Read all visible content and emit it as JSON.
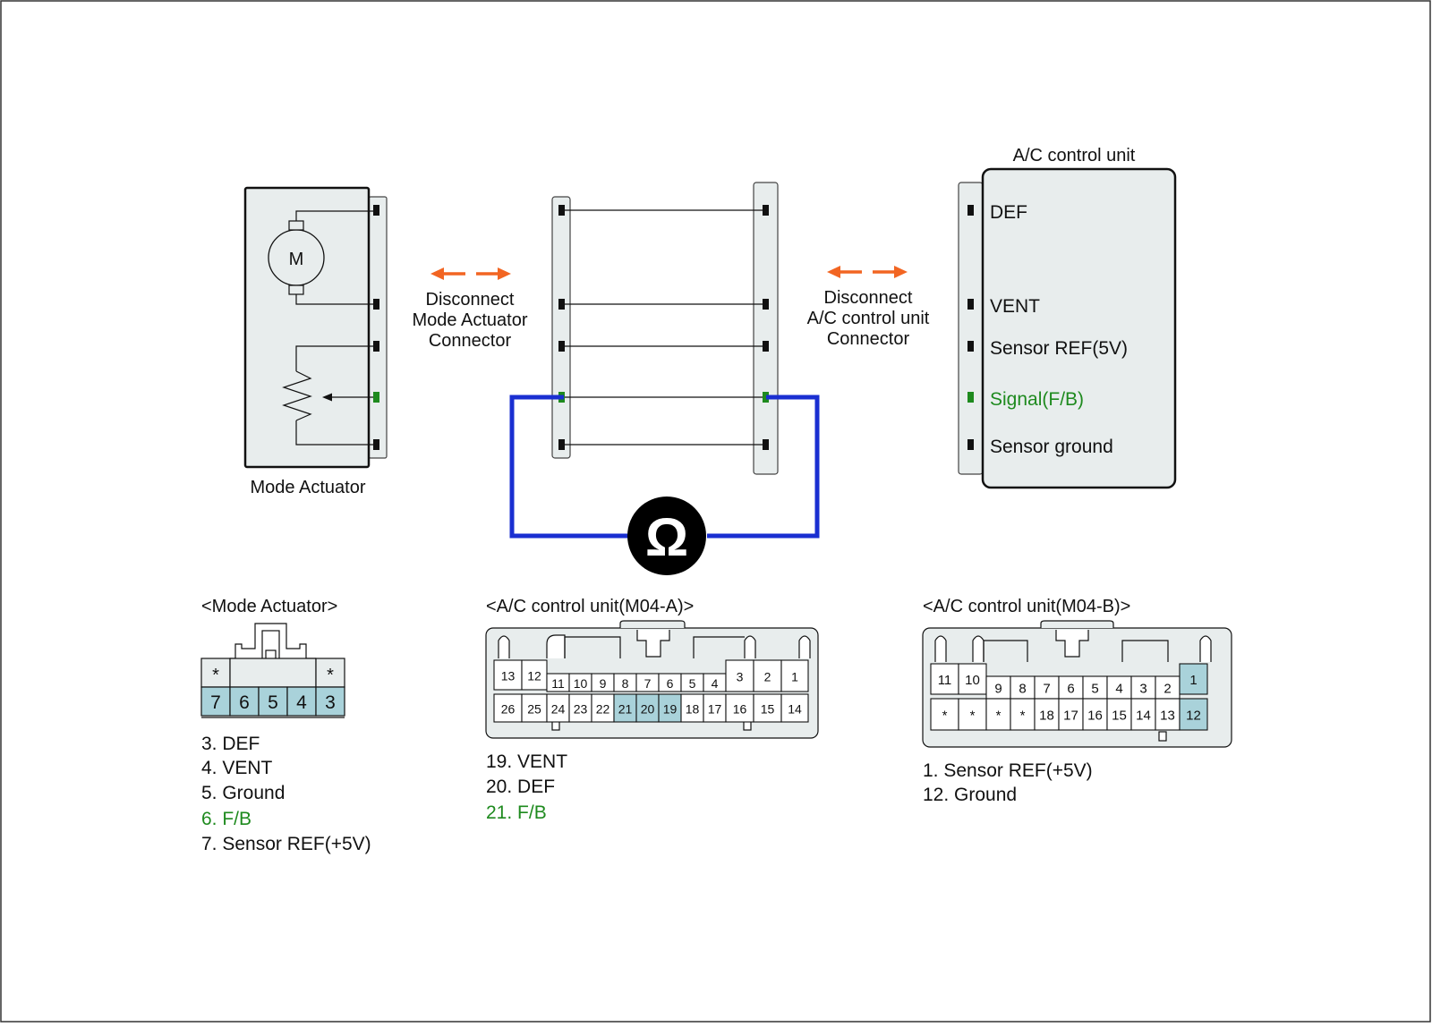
{
  "top_diagram": {
    "mode_actuator_label": "Mode Actuator",
    "motor_symbol": "M",
    "disconnect_left": [
      "Disconnect",
      "Mode Actuator",
      "Connector"
    ],
    "disconnect_right": [
      "Disconnect",
      "A/C control unit",
      "Connector"
    ],
    "ac_unit_title": "A/C control unit",
    "ac_unit_pins": [
      "DEF",
      "VENT",
      "Sensor REF(5V)",
      "Signal(F/B)",
      "Sensor ground"
    ],
    "ohmmeter_symbol": "Ω",
    "colors": {
      "arrow": "#f26522",
      "meter_wire": "#1a2fd1",
      "fb_pin": "#1e8a1e",
      "panel": "#e8eded",
      "highlight": "#a9d2da"
    }
  },
  "mode_actuator_connector": {
    "title": "<Mode Actuator>",
    "top_row": [
      "*",
      "*"
    ],
    "pins": [
      "7",
      "6",
      "5",
      "4",
      "3"
    ],
    "legend": [
      "3. DEF",
      "4. VENT",
      "5. Ground",
      "6. F/B",
      "7. Sensor REF(+5V)"
    ],
    "legend_highlight": "6. F/B"
  },
  "m04a_connector": {
    "title": "<A/C control unit(M04-A)>",
    "row1": [
      "13",
      "12",
      "11",
      "10",
      "9",
      "8",
      "7",
      "6",
      "5",
      "4",
      "3",
      "2",
      "1"
    ],
    "row2": [
      "26",
      "25",
      "24",
      "23",
      "22",
      "21",
      "20",
      "19",
      "18",
      "17",
      "16",
      "15",
      "14"
    ],
    "highlighted": [
      "21",
      "20",
      "19"
    ],
    "legend": [
      "19. VENT",
      "20. DEF",
      "21. F/B"
    ],
    "legend_highlight": "21. F/B"
  },
  "m04b_connector": {
    "title": "<A/C control unit(M04-B)>",
    "row1": [
      "11",
      "10",
      "9",
      "8",
      "7",
      "6",
      "5",
      "4",
      "3",
      "2",
      "1"
    ],
    "row2": [
      "*",
      "*",
      "*",
      "*",
      "18",
      "17",
      "16",
      "15",
      "14",
      "13",
      "12"
    ],
    "highlighted": [
      "1",
      "12"
    ],
    "legend": [
      "1. Sensor REF(+5V)",
      "12. Ground"
    ]
  }
}
